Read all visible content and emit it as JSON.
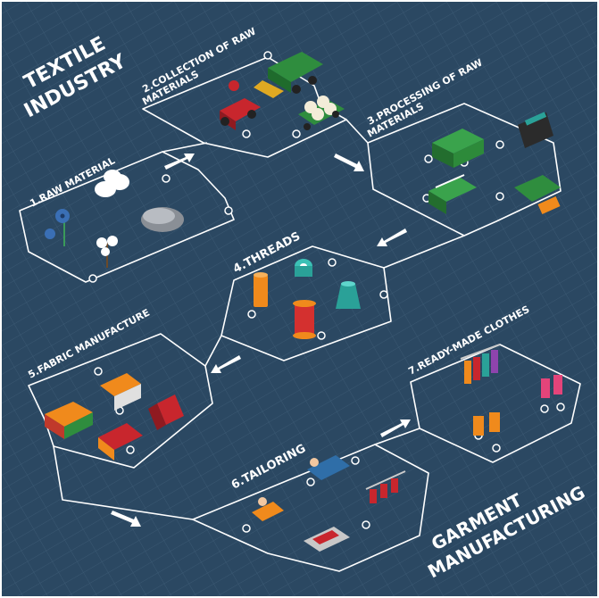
{
  "title": {
    "line1": "TEXTILE",
    "line2": "INDUSTRY"
  },
  "footer": {
    "line1": "GARMENT",
    "line2": "MANUFACTURING"
  },
  "steps": [
    {
      "label": "1.RAW MATERIAL"
    },
    {
      "line1": "2.COLLECTION OF RAW",
      "line2": "MATERIALS"
    },
    {
      "line1": "3.PROCESSING OF RAW",
      "line2": "MATERIALS"
    },
    {
      "label": "4.THREADS"
    },
    {
      "label": "5.FABRIC MANUFACTURE"
    },
    {
      "label": "6.TAILORING"
    },
    {
      "label": "7.READY-MADE CLOTHES"
    }
  ],
  "colors": {
    "background": "#2b4862",
    "grid": "#3c5a74",
    "line": "#ffffff",
    "green": "#2f8d3e",
    "red": "#c8262d",
    "orange": "#f08a1c",
    "teal": "#2aa198"
  }
}
